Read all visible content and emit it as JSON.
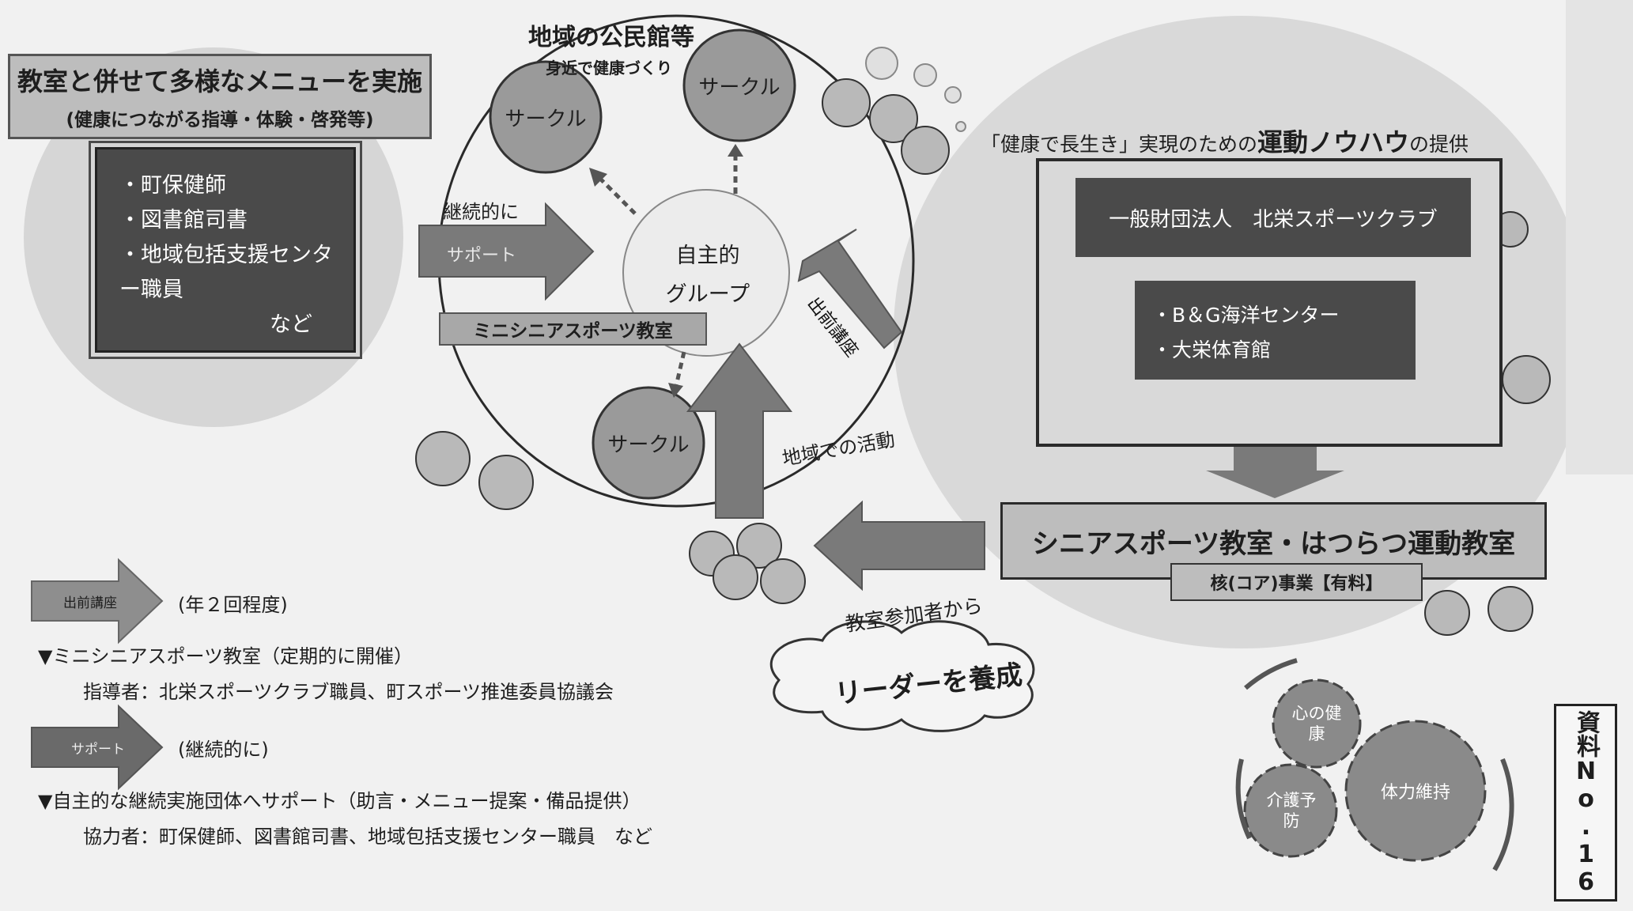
{
  "left_panel": {
    "heading": "教室と併せて多様なメニューを実施",
    "subheading": "(健康につながる指導・体験・啓発等)",
    "items": [
      "・町保健師",
      "・図書館司書",
      "・地域包括支援センタ",
      "ー職員",
      "など"
    ]
  },
  "center": {
    "title": "地域の公民館等",
    "subtitle": "身近で健康づくり",
    "circle_labels": [
      "サークル",
      "サークル",
      "サークル"
    ],
    "group_label_line1": "自主的",
    "group_label_line2": "グループ",
    "classroom_label": "ミニシニアスポーツ教室",
    "activity_label": "地域での活動"
  },
  "arrows": {
    "support_caption": "継続的に",
    "support_label": "サポート",
    "outreach_label": "出前講座"
  },
  "right_panel": {
    "heading_quote": "「健康で長生き」実現のための",
    "heading_emph": "運動ノウハウ",
    "heading_tail": "の提供",
    "org_name": "一般財団法人　北栄スポーツクラブ",
    "facilities": [
      "・B＆G海洋センター",
      "・大栄体育館"
    ],
    "core_program": "シニアスポーツ教室・はつらつ運動教室",
    "core_tag": "核(コア)事業【有料】"
  },
  "leader": {
    "from_label": "教室参加者から",
    "cloud_label": "リーダーを養成"
  },
  "gears": [
    "心の健康",
    "介護予防",
    "体力維持"
  ],
  "legend": {
    "outreach_swatch": "出前講座",
    "outreach_freq": "(年２回程度)",
    "classroom_line": "▼ミニシニアスポーツ教室（定期的に開催）",
    "classroom_instructors": "指導者：北栄スポーツクラブ職員、町スポーツ推進委員協議会",
    "support_swatch": "サポート",
    "support_freq": "(継続的に)",
    "support_line": "▼自主的な継続実施団体へサポート（助言・メニュー提案・備品提供）",
    "support_partners": "協力者：町保健師、図書館司書、地域包括支援センター職員　など"
  },
  "side_tag": "資料No.16"
}
